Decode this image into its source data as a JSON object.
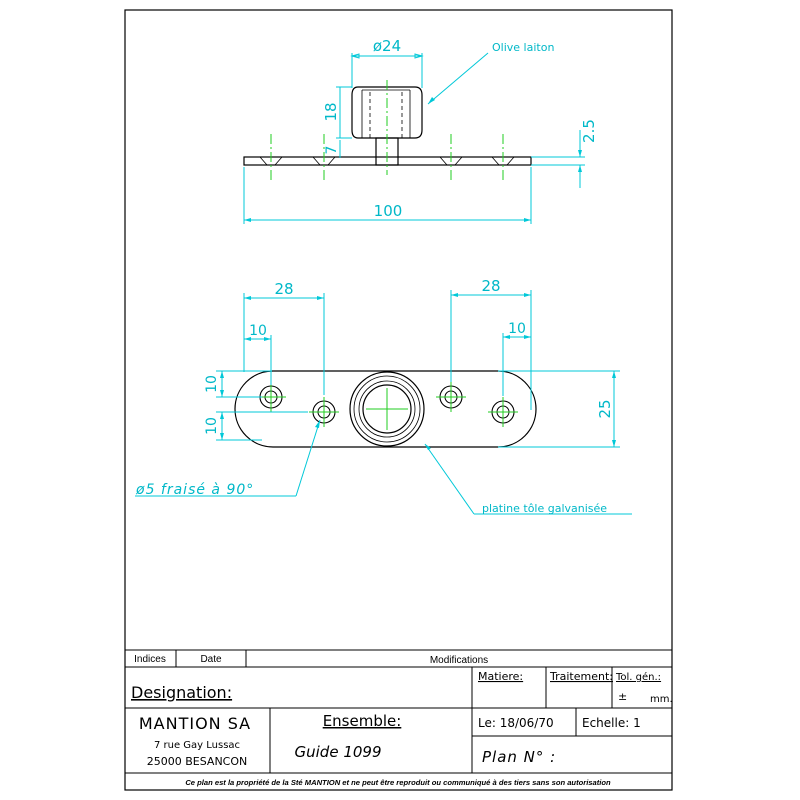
{
  "colors": {
    "dimension": "#00c8d8",
    "centerline": "#22cc22",
    "outline": "#000000"
  },
  "top_view": {
    "dim_diameter": "ø24",
    "dim_height_olive": "18",
    "dim_height_stem": "7",
    "dim_thickness": "2.5",
    "dim_length": "100",
    "callout_olive": "Olive laiton"
  },
  "plan_view": {
    "dim_left_28": "28",
    "dim_left_10": "10",
    "dim_right_28": "28",
    "dim_right_10": "10",
    "dim_vert_10_top": "10",
    "dim_vert_10_bottom": "10",
    "dim_width_25": "25",
    "callout_holes": "ø5 fraisé à 90°",
    "callout_plate": "platine tôle galvanisée"
  },
  "title_block": {
    "indices_label": "Indices",
    "date_label": "Date",
    "modifications_label": "Modifications",
    "designation_label": "Designation:",
    "matiere_label": "Matiere:",
    "traitement_label": "Traitement:",
    "tol_label": "Tol. gén.:",
    "tol_pm": "±",
    "tol_unit": "mm.",
    "company": "MANTION SA",
    "address1": "7 rue Gay Lussac",
    "address2": "25000 BESANCON",
    "ensemble_label": "Ensemble:",
    "ensemble_value": "Guide 1099",
    "date_value": "Le: 18/06/70",
    "echelle": "Echelle: 1",
    "plan_label": "Plan N° :",
    "footer": "Ce plan est la propriété de la Sté MANTION et ne peut être reproduit ou communiqué à des tiers sans son autorisation"
  }
}
